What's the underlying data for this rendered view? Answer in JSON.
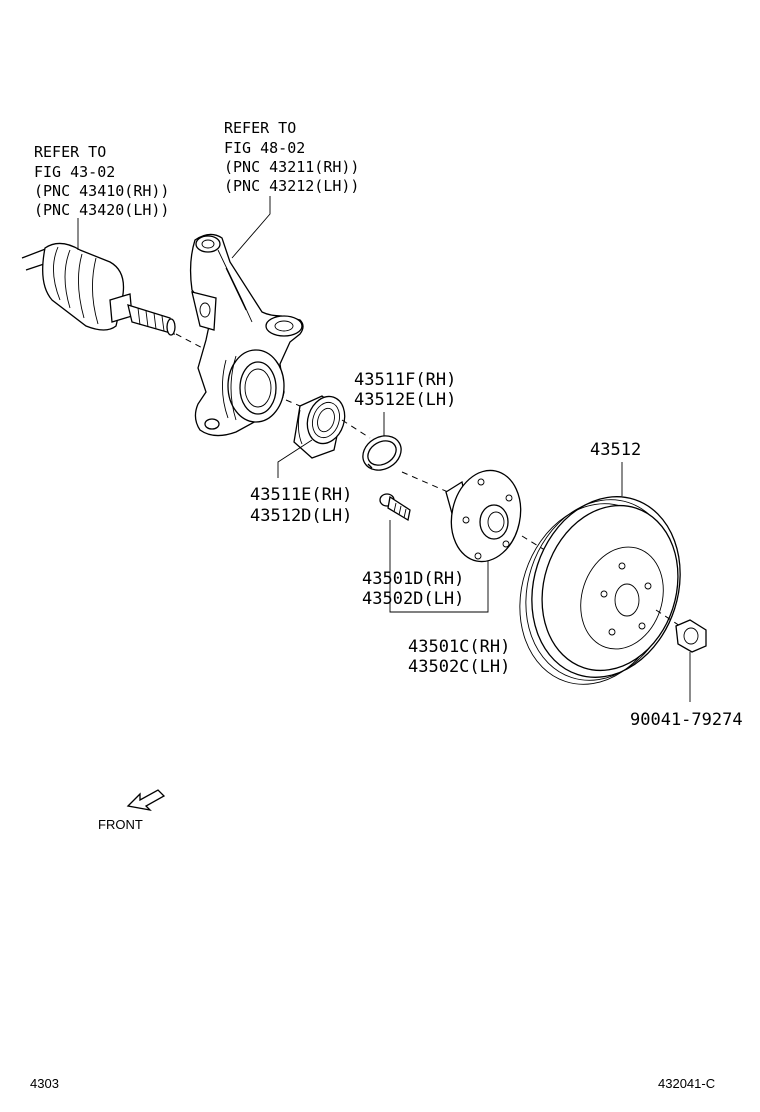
{
  "refs": {
    "drive_shaft": [
      "REFER TO",
      "FIG 43-02",
      "(PNC 43410(RH))",
      "(PNC 43420(LH))"
    ],
    "knuckle": [
      "REFER TO",
      "FIG 48-02",
      "(PNC 43211(RH))",
      "(PNC 43212(LH))"
    ]
  },
  "labels": {
    "snap_ring_rh": "43511F(RH)",
    "snap_ring_lh": "43512E(LH)",
    "bearing_rh": "43511E(RH)",
    "bearing_lh": "43512D(LH)",
    "rotor": "43512",
    "hub_bolt_rh": "43501D(RH)",
    "hub_bolt_lh": "43502D(LH)",
    "hub_rh": "43501C(RH)",
    "hub_lh": "43502C(LH)",
    "nut": "90041-79274"
  },
  "front_label": "FRONT",
  "footer": {
    "left": "4303",
    "right": "432041-C"
  },
  "icons": [
    "front-arrow-icon"
  ]
}
